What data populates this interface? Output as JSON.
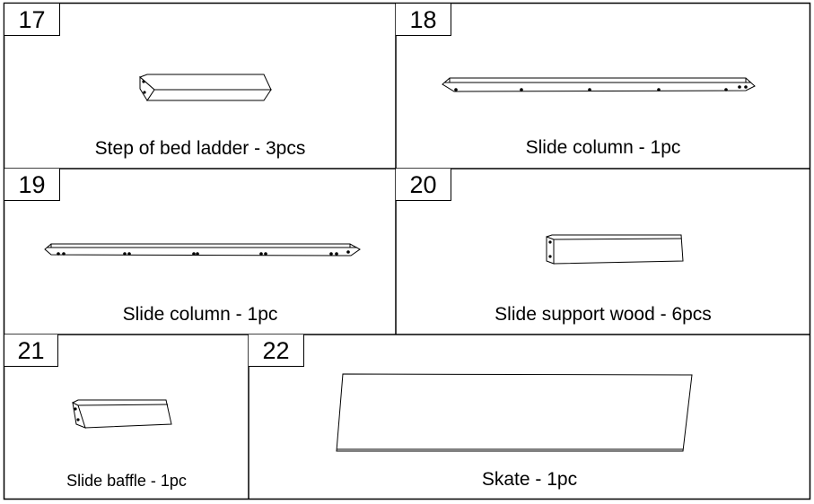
{
  "parts": [
    {
      "number": "17",
      "caption": "Step of bed ladder - 3pcs",
      "icon": "ladder-step-board-icon"
    },
    {
      "number": "18",
      "caption": "Slide column - 1pc",
      "icon": "slide-column-rail-icon"
    },
    {
      "number": "19",
      "caption": "Slide column - 1pc",
      "icon": "slide-column-rail-icon"
    },
    {
      "number": "20",
      "caption": "Slide support wood - 6pcs",
      "icon": "support-wood-board-icon"
    },
    {
      "number": "21",
      "caption": "Slide baffle - 1pc",
      "icon": "baffle-board-icon"
    },
    {
      "number": "22",
      "caption": "Skate - 1pc",
      "icon": "skate-panel-icon"
    }
  ]
}
